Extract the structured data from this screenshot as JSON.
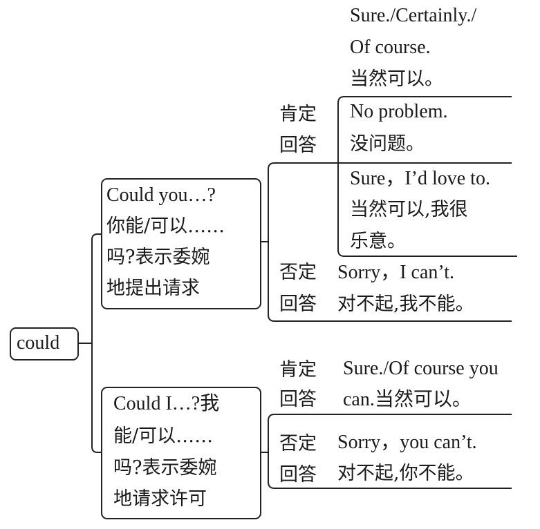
{
  "root": "could",
  "branch_1": {
    "title": [
      "Could you…?",
      "你能/可以……",
      "吗?表示委婉",
      "地提出请求"
    ],
    "yes_label": [
      "肯定",
      "回答"
    ],
    "yes_answers": [
      [
        "Sure./Certainly./",
        "Of course.",
        "当然可以。"
      ],
      [
        "No problem.",
        "没问题。"
      ],
      [
        "Sure，I’d love to.",
        "当然可以,我很",
        "乐意。"
      ]
    ],
    "no_label": [
      "否定",
      "回答"
    ],
    "no_answer": [
      "Sorry，I can’t.",
      "对不起,我不能。"
    ]
  },
  "branch_2": {
    "title": [
      "Could I…?我",
      "能/可以……",
      "吗?表示委婉",
      "地请求许可"
    ],
    "yes_label": [
      "肯定",
      "回答"
    ],
    "yes_answer": [
      "Sure./Of course you",
      "can.当然可以。"
    ],
    "no_label": [
      "否定",
      "回答"
    ],
    "no_answer": [
      "Sorry，you can’t.",
      "对不起,你不能。"
    ]
  }
}
